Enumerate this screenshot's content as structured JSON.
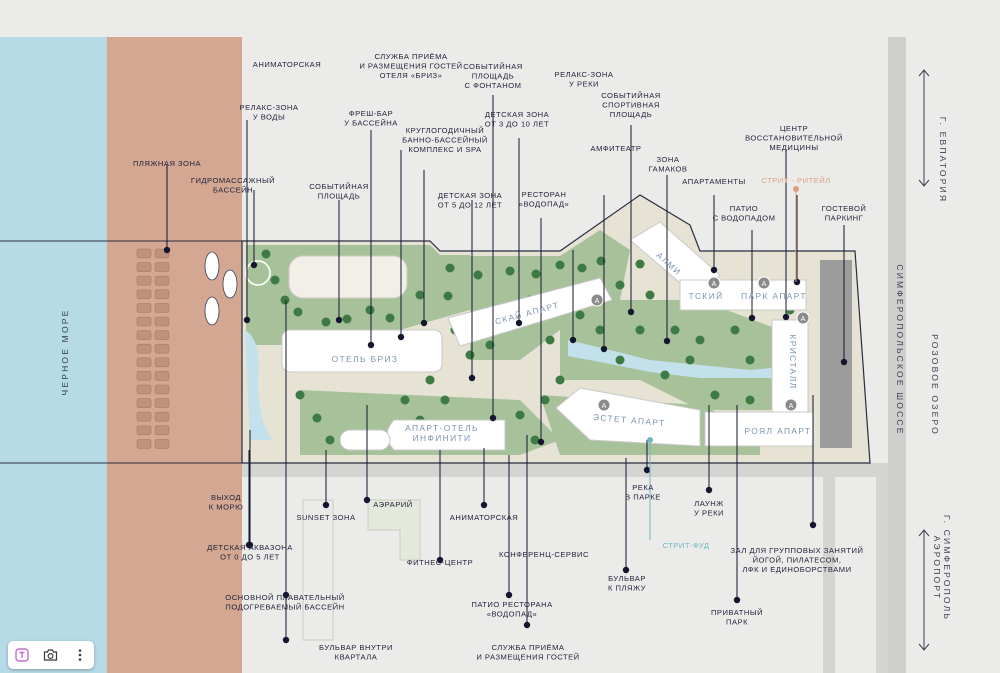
{
  "colors": {
    "sea": "#b6dbe6",
    "beach": "#d3a792",
    "land": "#e6e3d5",
    "green": "#a7c29b",
    "tree": "#3e7a44",
    "building": "#ffffff",
    "water": "#c2e1ea",
    "label": "#22243a",
    "accent_ritail": "#e0a07e",
    "accent_food": "#6fb6c3"
  },
  "map": {
    "sea_label": "ЧЕРНОЕ МОРЕ",
    "lake_label": "РОЗОВОЕ ОЗЕРО",
    "highway_label": "СИМФЕРОПОЛЬСКОЕ ШОССЕ",
    "direction_top": "Г. ЕВПАТОРИЯ",
    "direction_bottom": [
      "Г. СИМФЕРОПОЛЬ",
      "АЭРОПОРТ"
    ],
    "building_labels": [
      "СКАЙ АПАРТ",
      "ОТЕЛЬ БРИЗ",
      "АПАРТ-ОТЕЛЬ",
      "ИНФИНИТИ",
      "АЛМИ",
      "ТСКИЙ",
      "ПАРК АПАРТ",
      "КРИСТАЛЛ",
      "ЭСТЕТ АПАРТ",
      "РОЯЛ АПАРТ"
    ],
    "top_labels": [
      [
        "АНИМАТОРСКАЯ"
      ],
      [
        "СЛУЖБА ПРИЁМА",
        "И РАЗМЕЩЕНИЯ ГОСТЕЙ",
        "ОТЕЛЯ «БРИЗ»"
      ],
      [
        "СОБЫТИЙНАЯ",
        "ПЛОЩАДЬ",
        "С ФОНТАНОМ"
      ],
      [
        "РЕЛАКС-ЗОНА",
        "У РЕКИ"
      ],
      [
        "РЕЛАКС-ЗОНА",
        "У ВОДЫ"
      ],
      [
        "ДЕТСКАЯ ЗОНА",
        "ОТ 3 ДО 10 ЛЕТ"
      ],
      [
        "СОБЫТИЙНАЯ",
        "СПОРТИВНАЯ",
        "ПЛОЩАДЬ"
      ],
      [
        "ФРЕШ-БАР",
        "У БАССЕЙНА"
      ],
      [
        "КРУГЛОГОДИЧНЫЙ",
        "БАННО-БАССЕЙНЫЙ",
        "КОМПЛЕКС И SPA"
      ],
      [
        "ЦЕНТР",
        "ВОССТАНОВИТЕЛЬНОЙ",
        "МЕДИЦИНЫ"
      ],
      [
        "АМФИТЕАТР"
      ],
      [
        "ЗОНА",
        "ГАМАКОВ"
      ],
      [
        "ПЛЯЖНАЯ ЗОНА"
      ],
      [
        "ГИДРОМАССАЖНЫЙ",
        "БАССЕЙН"
      ],
      [
        "СОБЫТИЙНАЯ",
        "ПЛОЩАДЬ"
      ],
      [
        "ДЕТСКАЯ ЗОНА",
        "ОТ 5 ДО 12 ЛЕТ"
      ],
      [
        "РЕСТОРАН",
        "«ВОДОПАД»"
      ],
      [
        "АПАРТАМЕНТЫ"
      ],
      [
        "СТРИТ - РИТЕЙЛ"
      ],
      [
        "ПАТИО",
        "С ВОДОПАДОМ"
      ],
      [
        "ГОСТЕВОЙ",
        "ПАРКИНГ"
      ]
    ],
    "bottom_labels": [
      [
        "ВЫХОД",
        "К МОРЮ"
      ],
      [
        "SUNSET ЗОНА"
      ],
      [
        "АЭРАРИЙ"
      ],
      [
        "АНИМАТОРСКАЯ"
      ],
      [
        "РЕКА",
        "В ПАРКЕ"
      ],
      [
        "ЛАУНЖ",
        "У РЕКИ"
      ],
      [
        "ДЕТСКАЯ АКВАЗОНА",
        "ОТ 0 ДО 5 ЛЕТ"
      ],
      [
        "ФИТНЕС-ЦЕНТР"
      ],
      [
        "КОНФЕРЕНЦ-СЕРВИС"
      ],
      [
        "СТРИТ-ФУД"
      ],
      [
        "ЗАЛ ДЛЯ ГРУППОВЫХ ЗАНЯТИЙ",
        "ЙОГОЙ, ПИЛАТЕСОМ,",
        "ЛФК И ЕДИНОБОРСТВАМИ"
      ],
      [
        "БУЛЬВАР",
        "К ПЛЯЖУ"
      ],
      [
        "ОСНОВНОЙ ПЛАВАТЕЛЬНЫЙ",
        "ПОДОГРЕВАЕМЫЙ БАССЕЙН"
      ],
      [
        "ПАТИО РЕСТОРАНА",
        "«ВОДОПАД»"
      ],
      [
        "ПРИВАТНЫЙ",
        "ПАРК"
      ],
      [
        "БУЛЬВАР ВНУТРИ",
        "КВАРТАЛА"
      ],
      [
        "СЛУЖБА ПРИЁМА",
        "И РАЗМЕЩЕНИЯ ГОСТЕЙ"
      ]
    ],
    "marker_letter": "А"
  },
  "toolbar": {
    "buttons": [
      {
        "name": "text-tool-button",
        "icon": "text-frame-icon"
      },
      {
        "name": "camera-button",
        "icon": "camera-icon"
      },
      {
        "name": "more-button",
        "icon": "more-vertical-icon"
      }
    ]
  }
}
